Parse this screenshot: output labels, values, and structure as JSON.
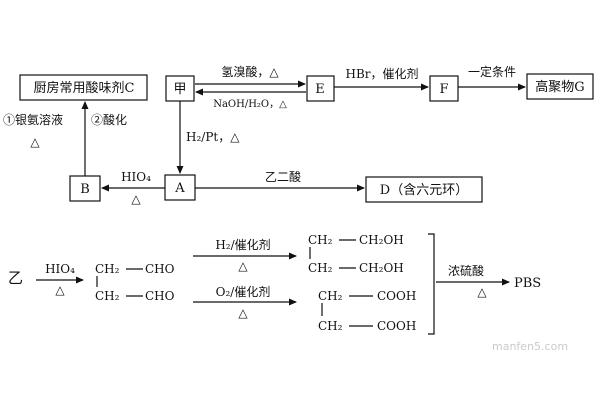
{
  "nodes": {
    "kitchen_acid": "厨房常用酸味剂C",
    "jia": "甲",
    "E": "E",
    "F": "F",
    "polymer_G": "高聚物G",
    "A": "A",
    "B": "B",
    "D": "D（含六元环）"
  },
  "arrows": {
    "jia_to_E_top": "氢溴酸，△",
    "E_to_jia_bottom": "NaOH/H₂O，△",
    "E_to_F": "HBr，催化剂",
    "F_to_G": "一定条件",
    "jia_to_A": "H₂/Pt，△",
    "A_to_B_top": "HIO₄",
    "A_to_B_bottom": "△",
    "B_to_C_1": "①银氨溶液",
    "B_to_C_1b": "△",
    "B_to_C_2": "②酸化",
    "A_to_D": "乙二酸"
  },
  "lower": {
    "yi": "乙",
    "hio4": "HIO₄",
    "delta1": "△",
    "ch2_a": "CH₂",
    "cho_a": "CHO",
    "ch2_b": "CH₂",
    "cho_b": "CHO",
    "h2_cat": "H₂/催化剂",
    "delta2": "△",
    "o2_cat": "O₂/催化剂",
    "delta3": "△",
    "ch2_c": "CH₂",
    "ch2oh_c": "CH₂OH",
    "ch2_d": "CH₂",
    "ch2oh_d": "CH₂OH",
    "ch2_e": "CH₂",
    "cooh_e": "COOH",
    "ch2_f": "CH₂",
    "cooh_f": "COOH",
    "conc_h2so4": "浓硫酸",
    "delta4": "△",
    "pbs": "PBS"
  },
  "watermark": "manfen5.com"
}
